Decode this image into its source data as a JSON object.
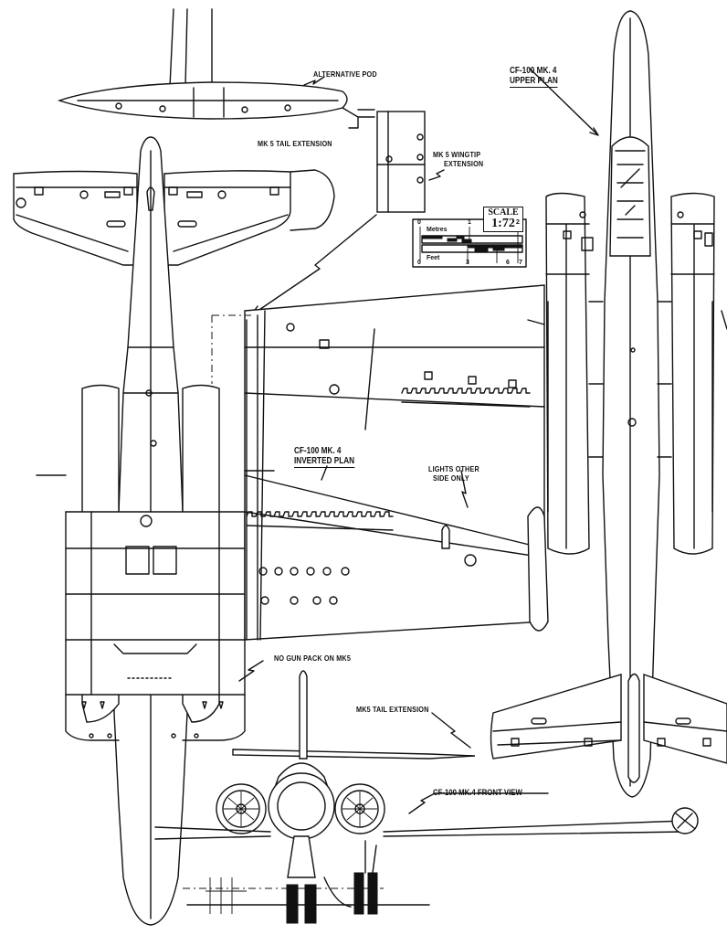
{
  "title": "CF-100 Mk.4 three-view drawing",
  "labels": {
    "alternative_pod": "ALTERNATIVE  POD",
    "tail_extension_top": "MK 5  TAIL  EXTENSION",
    "wingtip_extension_line1": "MK 5 WINGTIP",
    "wingtip_extension_line2": "EXTENSION",
    "upper_plan_line1": "CF-100 MK. 4",
    "upper_plan_line2": "UPPER PLAN",
    "inverted_plan_line1": "CF-100 MK. 4",
    "inverted_plan_line2": "INVERTED PLAN",
    "lights_line1": "LIGHTS  OTHER",
    "lights_line2": "SIDE  ONLY",
    "no_gun_pack": "NO  GUN  PACK  ON  MK5",
    "tail_extension_bottom": "MK5  TAIL  EXTENSION",
    "front_view": "CF-100 MK.4   FRONT  VIEW"
  },
  "scale": {
    "title": "SCALE",
    "ratio": "1:72",
    "metres_label": "Metres",
    "feet_label": "Feet",
    "metres_ticks": [
      "0",
      "1",
      "2"
    ],
    "feet_ticks": [
      "0",
      "3",
      "6",
      "7"
    ]
  },
  "colors": {
    "ink": "#111111",
    "paper": "#ffffff"
  }
}
